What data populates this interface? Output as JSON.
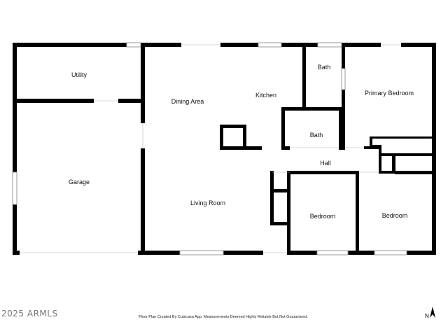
{
  "rooms": {
    "utility": "Utility",
    "dining": "Dining Area",
    "kitchen": "Kitchen",
    "bath1": "Bath",
    "bath2": "Bath",
    "primary": "Primary Bedroom",
    "garage": "Garage",
    "hall": "Hall",
    "living": "Living Room",
    "bedroom1": "Bedroom",
    "bedroom2": "Bedroom"
  },
  "footer": {
    "watermark": "2025 ARMLS",
    "credit": "Floor Plan Created By Cubicasa App. Measurements Deemed Highly Reliable But Not Guaranteed."
  },
  "icons": {
    "compass": "north-arrow-icon"
  },
  "colors": {
    "wall": "#000000",
    "background": "#ffffff",
    "window": "#9a9a9a"
  }
}
